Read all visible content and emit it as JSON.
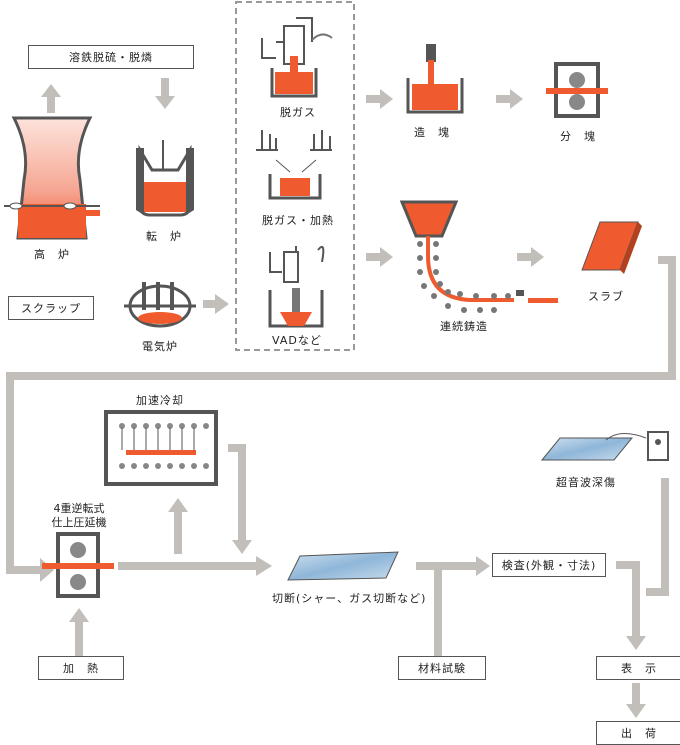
{
  "colors": {
    "molten": "#ef5a2e",
    "steel": "#555555",
    "arrow": "#c2bfba",
    "dash": "#999999",
    "plate": "#9ec3e0"
  },
  "labels": {
    "desulf": "溶鉄脱硫・脱燐",
    "blast_furnace": "高　炉",
    "converter": "転　炉",
    "scrap": "スクラップ",
    "eaf": "電気炉",
    "degas": "脱ガス",
    "degas_heat": "脱ガス・加熱",
    "vad": "VADなど",
    "ingot": "造　塊",
    "blooming": "分　塊",
    "cc": "連続鋳造",
    "slab": "スラブ",
    "accel_cool": "加速冷却",
    "mill_1": "4重逆転式",
    "mill_2": "仕上圧延機",
    "heating": "加　熱",
    "cutting": "切断(シャー、ガス切断など)",
    "testing": "材料試験",
    "inspection": "検査(外観・寸法)",
    "ut": "超音波深傷",
    "marking": "表　示",
    "shipping": "出　荷"
  }
}
